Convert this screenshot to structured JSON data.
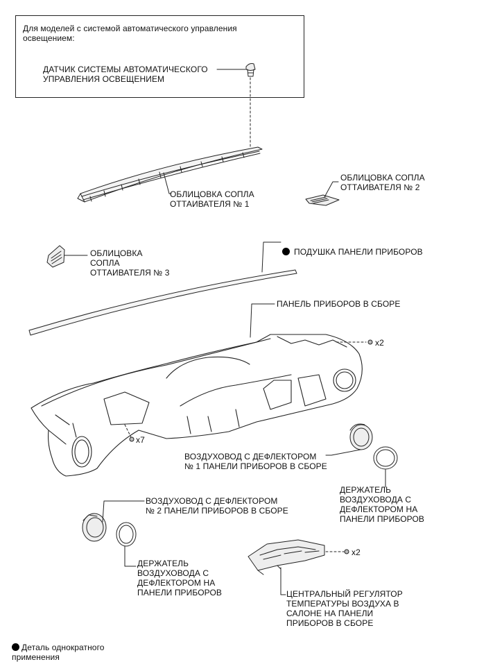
{
  "note_box": {
    "caption": "Для моделей с системой автоматического управления\nосвещением:"
  },
  "labels": {
    "light_sensor": "ДАТЧИК СИСТЕМЫ АВТОМАТИЧЕСКОГО\nУПРАВЛЕНИЯ ОСВЕЩЕНИЕМ",
    "defroster_nozzle_1": "ОБЛИЦОВКА СОПЛА\nОТТАИВАТЕЛЯ № 1",
    "defroster_nozzle_2": "ОБЛИЦОВКА СОПЛА\nОТТАИВАТЕЛЯ № 2",
    "defroster_nozzle_3": "ОБЛИЦОВКА\nСОПЛА\nОТТАИВАТЕЛЯ № 3",
    "panel_cushion": "ПОДУШКА ПАНЕЛИ ПРИБОРОВ",
    "instrument_panel": "ПАНЕЛЬ ПРИБОРОВ В СБОРЕ",
    "duct_1": "ВОЗДУХОВОД С ДЕФЛЕКТОРОМ\n№ 1 ПАНЕЛИ ПРИБОРОВ В СБОРЕ",
    "holder_right": "ДЕРЖАТЕЛЬ\nВОЗДУХОВОДА С\nДЕФЛЕКТОРОМ НА\nПАНЕЛИ ПРИБОРОВ",
    "duct_2": "ВОЗДУХОВОД С ДЕФЛЕКТОРОМ\n№ 2 ПАНЕЛИ ПРИБОРОВ В СБОРЕ",
    "holder_left": "ДЕРЖАТЕЛЬ\nВОЗДУХОВОДА С\nДЕФЛЕКТОРОМ НА\nПАНЕЛИ ПРИБОРОВ",
    "center_regulator": "ЦЕНТРАЛЬНЫЙ РЕГУЛЯТОР\nТЕМПЕРАТУРЫ ВОЗДУХА В\nСАЛОНЕ НА ПАНЕЛИ\nПРИБОРОВ В СБОРЕ"
  },
  "quantities": {
    "panel_screws": "x2",
    "panel_bolts": "x7",
    "regulator_screws": "x2"
  },
  "legend": {
    "text": "Деталь однократного\nприменения"
  }
}
